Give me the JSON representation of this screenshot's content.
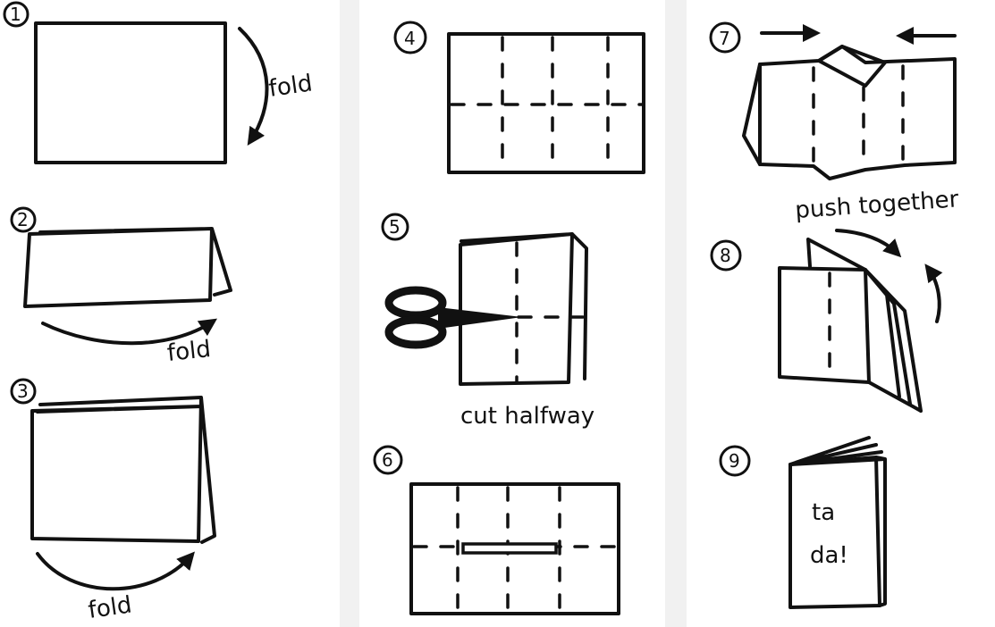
{
  "steps": [
    {
      "number": "1",
      "label": "fold"
    },
    {
      "number": "2",
      "label": "fold"
    },
    {
      "number": "3",
      "label": "fold"
    },
    {
      "number": "4",
      "label": ""
    },
    {
      "number": "5",
      "label": "cut halfway"
    },
    {
      "number": "6",
      "label": ""
    },
    {
      "number": "7",
      "label": "push together"
    },
    {
      "number": "8",
      "label": ""
    },
    {
      "number": "9",
      "label": ""
    }
  ],
  "booklet_text": {
    "line1": "ta",
    "line2": "da!"
  }
}
